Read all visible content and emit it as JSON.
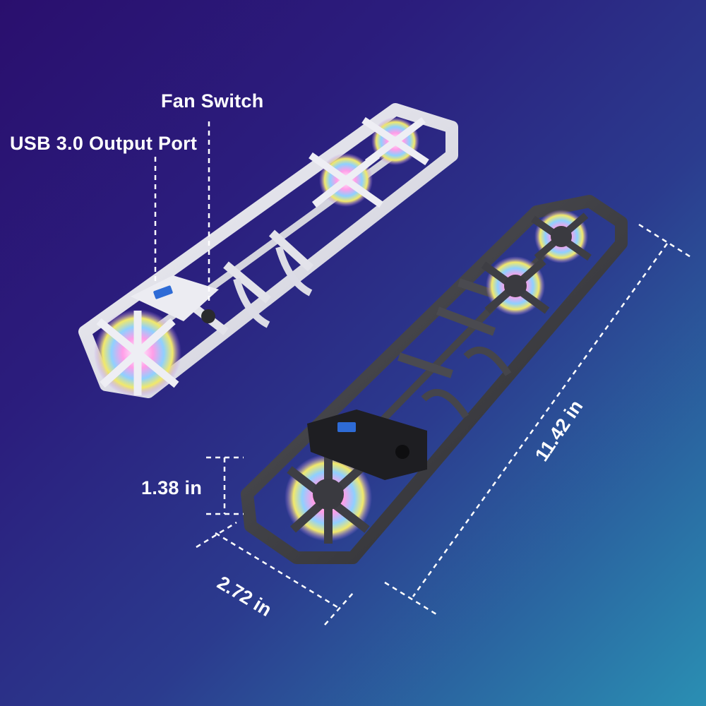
{
  "labels": {
    "fan_switch": "Fan Switch",
    "usb_port": "USB 3.0 Output Port"
  },
  "dimensions": {
    "height": "1.38 in",
    "width": "2.72 in",
    "length": "11.42 in"
  },
  "colors": {
    "background_start": "#2a0f6e",
    "background_end": "#2a8fb3",
    "white_unit": "#e8e8ef",
    "black_unit": "#3a3a3e",
    "rgb_fan": "#c98cff"
  }
}
